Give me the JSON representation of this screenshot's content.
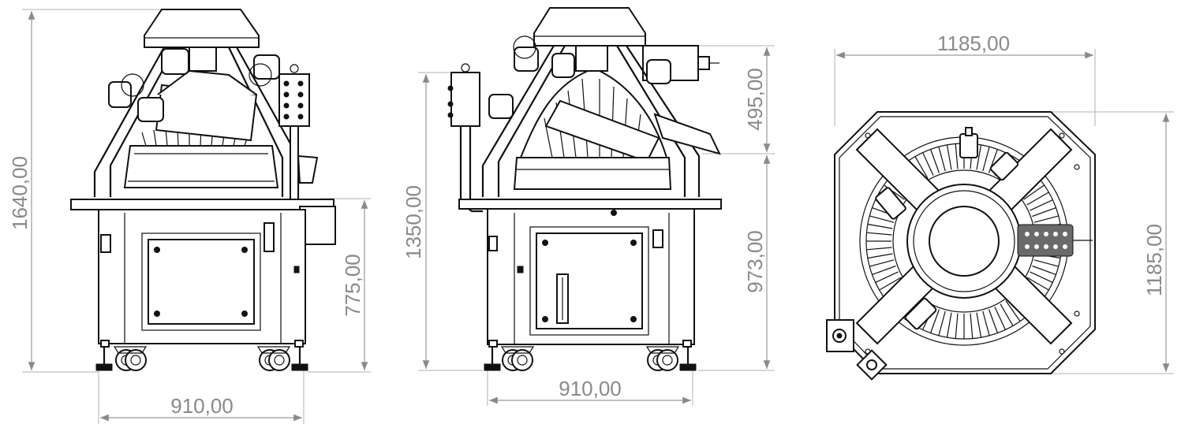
{
  "dimensions": {
    "front": {
      "height": "1640,00",
      "table_height": "775,00",
      "width": "910,00"
    },
    "side": {
      "height": "1350,00",
      "top_part": "495,00",
      "table_height": "973,00",
      "width": "910,00"
    },
    "top": {
      "width": "1185,00",
      "depth": "1185,00"
    }
  },
  "colors": {
    "line": "#111111",
    "dimension": "#8a8a8a",
    "background": "#ffffff"
  }
}
